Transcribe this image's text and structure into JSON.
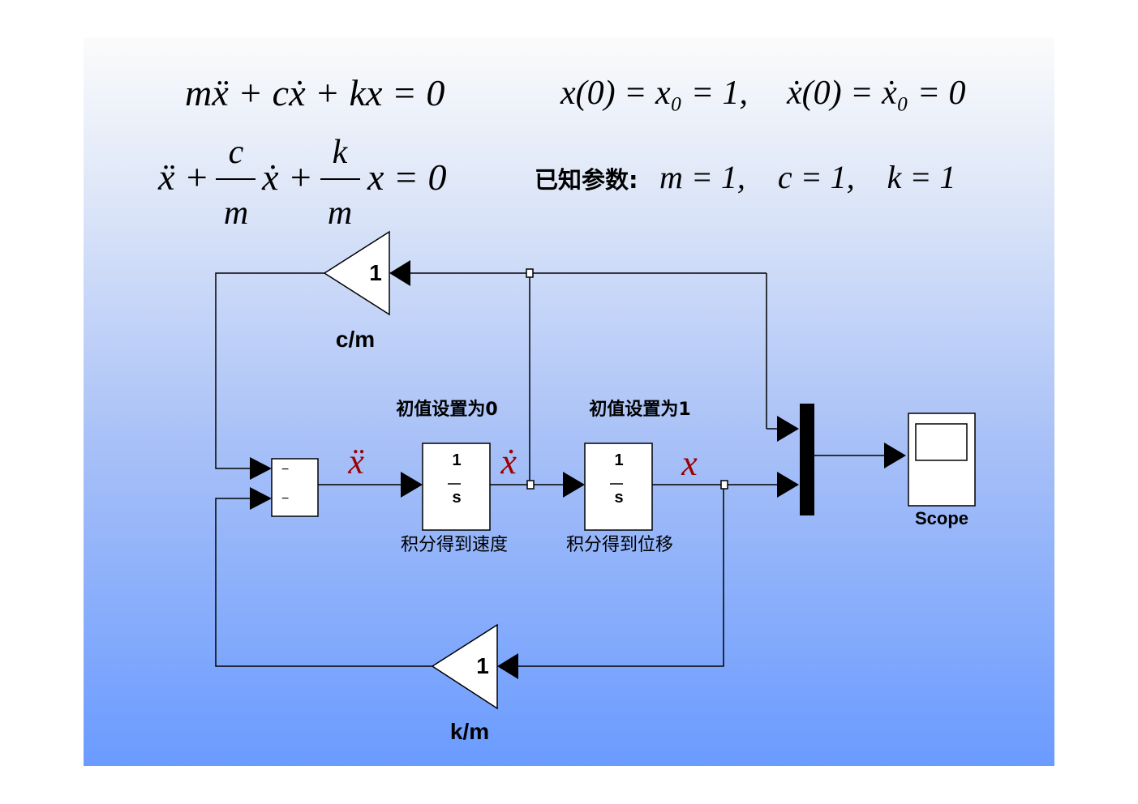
{
  "equations": {
    "eq1": "mẍ + cẋ + kx = 0",
    "eq2_lhs": "ẍ +",
    "eq2_frac1_num": "c",
    "eq2_frac1_den": "m",
    "eq2_mid": "ẋ +",
    "eq2_frac2_num": "k",
    "eq2_frac2_den": "m",
    "eq2_rhs": "x = 0",
    "init1": "x(0) = x₀ = 1,",
    "init2": "ẋ(0) = ẋ₀ = 0",
    "params_label": "已知参数:",
    "params": "m = 1,    c = 1,    k = 1"
  },
  "blocks": {
    "gain_top": {
      "value": "1",
      "label": "c/m"
    },
    "gain_bottom": {
      "value": "1",
      "label": "k/m"
    },
    "sum": {
      "sign1": "−",
      "sign2": "−"
    },
    "integrator1": {
      "num": "1",
      "den": "s",
      "caption_top": "初值设置为0",
      "caption_bottom": "积分得到速度"
    },
    "integrator2": {
      "num": "1",
      "den": "s",
      "caption_top": "初值设置为1",
      "caption_bottom": "积分得到位移"
    },
    "scope": {
      "label": "Scope"
    }
  },
  "signals": {
    "accel": "ẍ",
    "velocity": "ẋ",
    "position": "x"
  },
  "colors": {
    "signal_label": "#9b0000",
    "line": "#000000",
    "block_fill": "#ffffff"
  }
}
